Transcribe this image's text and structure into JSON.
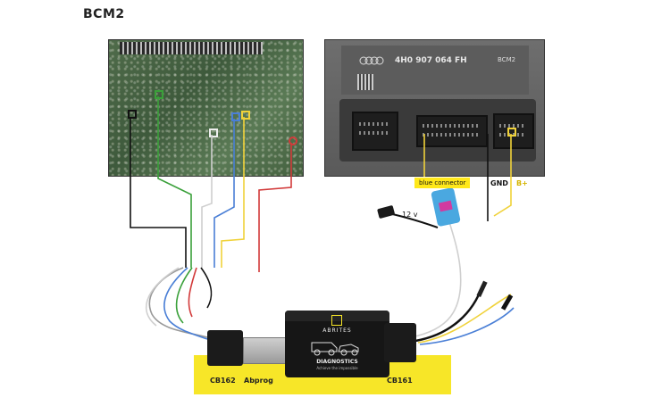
{
  "title": "BCM2",
  "ecu": {
    "part_number": "4H0 907 064 FH",
    "model": "BCM2"
  },
  "labels": {
    "blue_connector": "blue connector",
    "gnd": "GND",
    "bplus": "B+",
    "twelve_v": "12 v",
    "cb162": "CB162",
    "abprog": "Abprog",
    "cb161": "CB161"
  },
  "device": {
    "brand": "ABRITES",
    "name": "DIAGNOSTICS",
    "tagline": "Achieve the impossible"
  },
  "colors": {
    "highlight_yellow": "#f7e628",
    "wire_black": "#111111",
    "wire_green": "#3aa03a",
    "wire_white": "#cfcfcf",
    "wire_blue": "#4a7fd6",
    "wire_yellow": "#f0d23a",
    "wire_red": "#d23a3a"
  }
}
